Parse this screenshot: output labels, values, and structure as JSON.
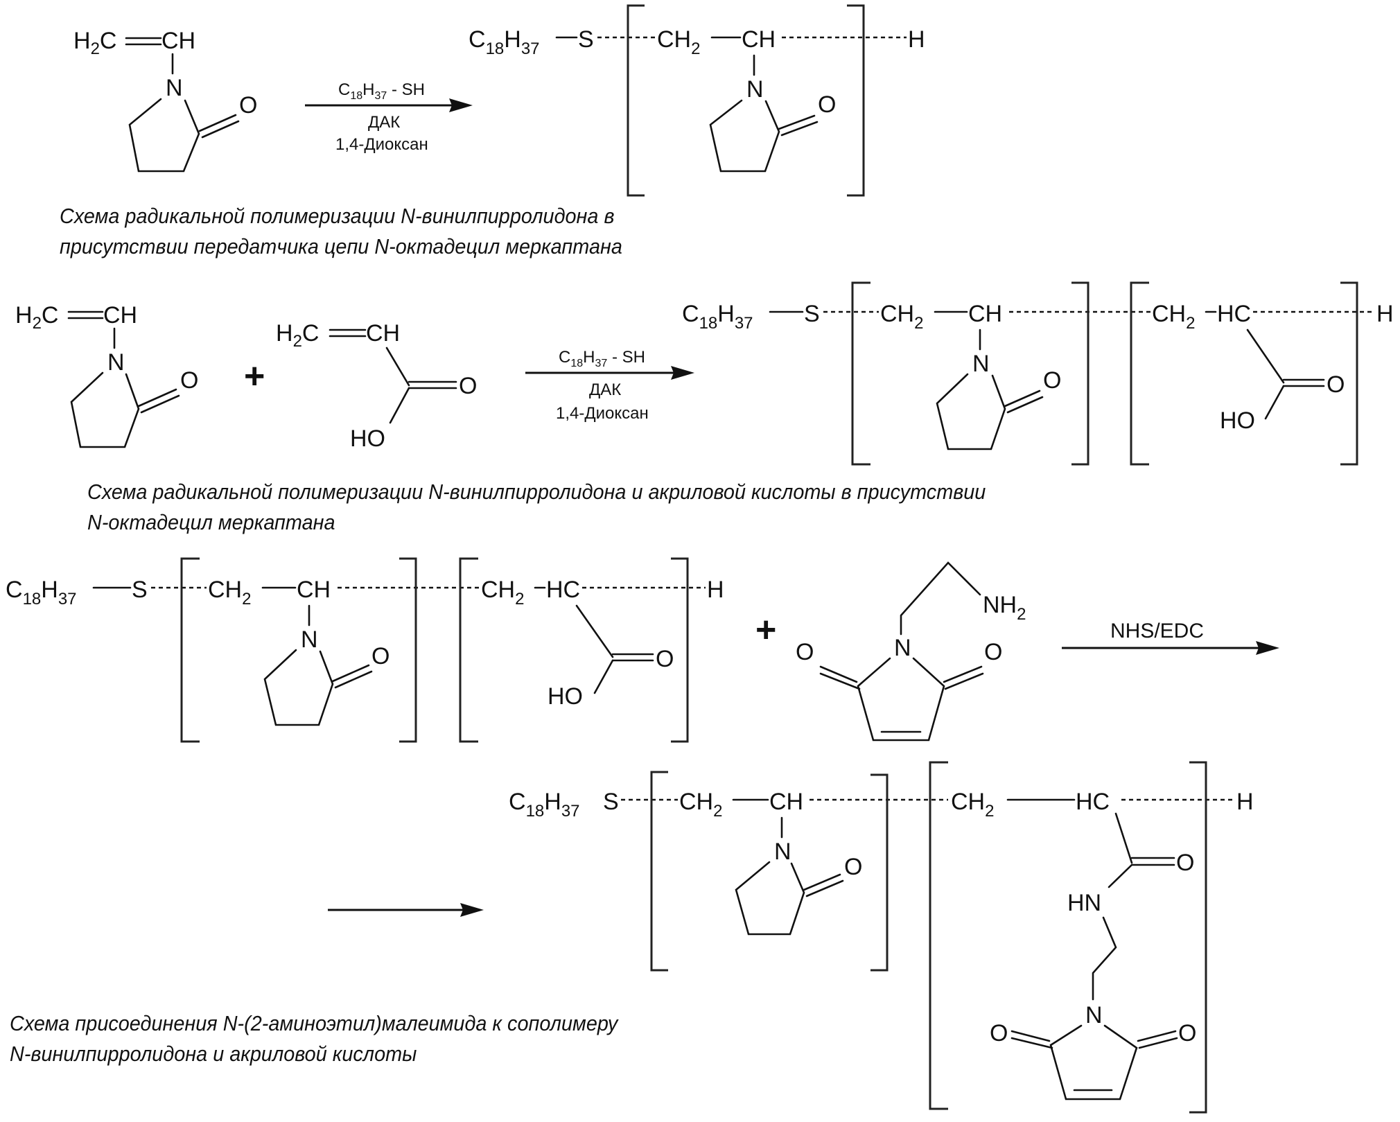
{
  "scheme1": {
    "monomer": {
      "vinyl_left": "H",
      "vinyl_left_sub": "2",
      "vinyl_left_c": "C",
      "vinyl_right": "CH",
      "n": "N",
      "o": "O"
    },
    "conditions": {
      "reagent_main": "C",
      "reagent_sub1": "18",
      "reagent_mid": "H",
      "reagent_sub2": "37",
      "reagent_tail": " - SH",
      "initiator": "ДАК",
      "solvent": "1,4-Диоксан"
    },
    "product": {
      "c": "C",
      "c_sub": "18",
      "h": "H",
      "h_sub": "37",
      "s": "S",
      "ch2": "CH",
      "ch2_sub": "2",
      "ch": "CH",
      "n": "N",
      "o": "O",
      "end": "H"
    },
    "caption": [
      "Схема радикальной полимеризации N-винилпирролидона в",
      "присутствии передатчика цепи N-октадецил меркаптана"
    ]
  },
  "scheme2": {
    "monomer1": {
      "vinyl_left": "H",
      "vinyl_left_sub": "2",
      "vinyl_left_c": "C",
      "vinyl_right": "CH",
      "n": "N",
      "o": "O"
    },
    "plus": "+",
    "monomer2": {
      "vinyl_left": "H",
      "vinyl_left_sub": "2",
      "vinyl_left_c": "C",
      "vinyl_right": "CH",
      "o": "O",
      "ho": "HO"
    },
    "conditions": {
      "reagent_main": "C",
      "reagent_sub1": "18",
      "reagent_mid": "H",
      "reagent_sub2": "37",
      "reagent_tail": " - SH",
      "initiator": "ДАК",
      "solvent": "1,4-Диоксан"
    },
    "product": {
      "c": "C",
      "c_sub": "18",
      "h": "H",
      "h_sub": "37",
      "s": "S",
      "ch2": "CH",
      "ch2_sub": "2",
      "ch": "CH",
      "n": "N",
      "o": "O",
      "ch2b": "CH",
      "ch2b_sub": "2",
      "hc": "HC",
      "o2": "O",
      "ho": "HO",
      "end": "H"
    },
    "caption": [
      "Схема радикальной полимеризации N-винилпирролидона и акриловой кислоты в присутствии",
      "N-октадецил меркаптана"
    ]
  },
  "scheme3": {
    "copolymer": {
      "c": "C",
      "c_sub": "18",
      "h": "H",
      "h_sub": "37",
      "s": "S",
      "ch2": "CH",
      "ch2_sub": "2",
      "ch": "CH",
      "n": "N",
      "o": "O",
      "ch2b": "CH",
      "ch2b_sub": "2",
      "hc": "HC",
      "o2": "O",
      "ho": "HO",
      "end": "H"
    },
    "plus": "+",
    "maleimide": {
      "nh": "NH",
      "nh_sub": "2",
      "n": "N",
      "o_left": "O",
      "o_right": "O"
    },
    "conditions": {
      "reagent": "NHS/EDC"
    },
    "product": {
      "c": "C",
      "c_sub": "18",
      "h": "H",
      "h_sub": "37",
      "s": "S",
      "ch2": "CH",
      "ch2_sub": "2",
      "ch": "CH",
      "n": "N",
      "o": "O",
      "ch2b": "CH",
      "ch2b_sub": "2",
      "hc": "HC",
      "o2": "O",
      "hn": "HN",
      "n2": "N",
      "o_left": "O",
      "o_right": "O",
      "end": "H"
    },
    "caption": [
      "Схема присоединения N-(2-аминоэтил)малеимида к сополимеру",
      "N-винилпирролидона и акриловой кислоты"
    ]
  }
}
